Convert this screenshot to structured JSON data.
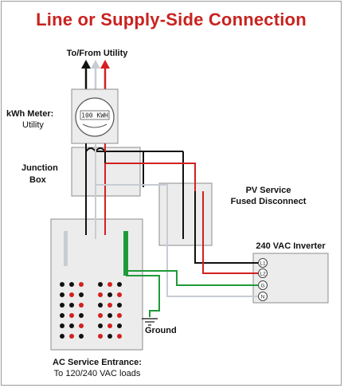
{
  "title": "Line or Supply-Side Connection",
  "labels": {
    "utility": "To/From Utility",
    "meter_title": "kWh Meter:",
    "meter_sub": "Utility",
    "meter_display": "100 KWH",
    "junction_line1": "Junction",
    "junction_line2": "Box",
    "pv_line1": "PV Service",
    "pv_line2": "Fused Disconnect",
    "inverter": "240 VAC Inverter",
    "ground": "Ground",
    "entrance_line1": "AC Service Entrance:",
    "entrance_line2": "To 120/240 VAC loads"
  },
  "terminals": [
    "L1",
    "L2",
    "G",
    "N"
  ],
  "colors": {
    "title": "#c8231f",
    "black_wire": "#111111",
    "red_wire": "#d42020",
    "white_wire": "#c8ccd4",
    "green_wire": "#1f9a3a",
    "box_fill": "#ececec",
    "box_stroke": "#8c8c8c"
  }
}
